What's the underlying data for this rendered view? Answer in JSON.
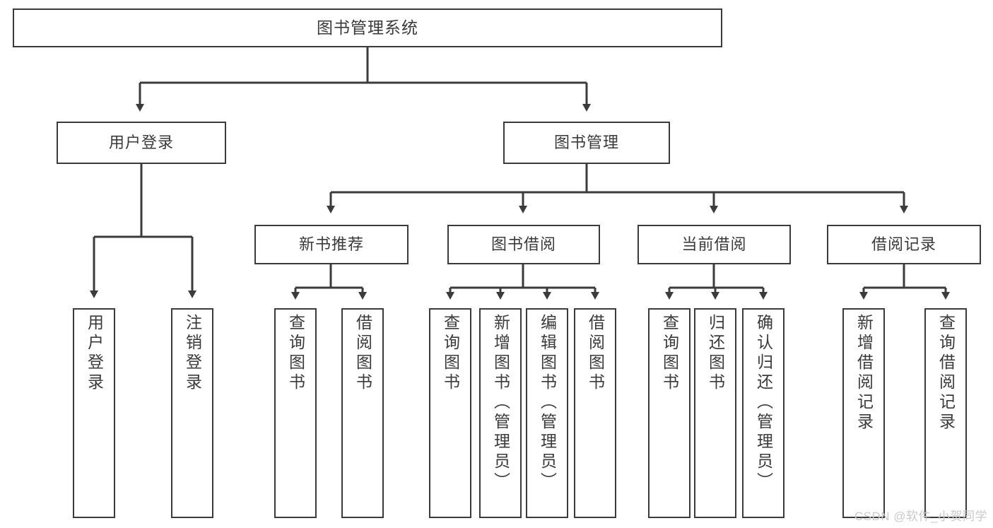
{
  "diagram": {
    "title": "图书管理系统",
    "type": "tree-hierarchy",
    "background_color": "#ffffff",
    "line_color": "#3b3b3b",
    "text_color": "#3a3a3a",
    "watermark": "CSDN @软件_小贺同学",
    "nodes": {
      "root": {
        "label": "图书管理系统"
      },
      "level2": [
        {
          "label": "用户登录"
        },
        {
          "label": "图书管理"
        }
      ],
      "level3": [
        {
          "label": "新书推荐"
        },
        {
          "label": "图书借阅"
        },
        {
          "label": "当前借阅"
        },
        {
          "label": "借阅记录"
        }
      ],
      "leaves": {
        "user_login": [
          {
            "label": "用户登录"
          },
          {
            "label": "注销登录"
          }
        ],
        "new_book_recommend": [
          {
            "label": "查询图书"
          },
          {
            "label": "借阅图书"
          }
        ],
        "book_borrow": [
          {
            "label": "查询图书"
          },
          {
            "label": "新增图书（管理员）"
          },
          {
            "label": "编辑图书（管理员）"
          },
          {
            "label": "借阅图书"
          }
        ],
        "current_borrow": [
          {
            "label": "查询图书"
          },
          {
            "label": "归还图书"
          },
          {
            "label": "确认归还（管理员）"
          }
        ],
        "borrow_records": [
          {
            "label": "新增借阅记录"
          },
          {
            "label": "查询借阅记录"
          }
        ]
      }
    }
  }
}
